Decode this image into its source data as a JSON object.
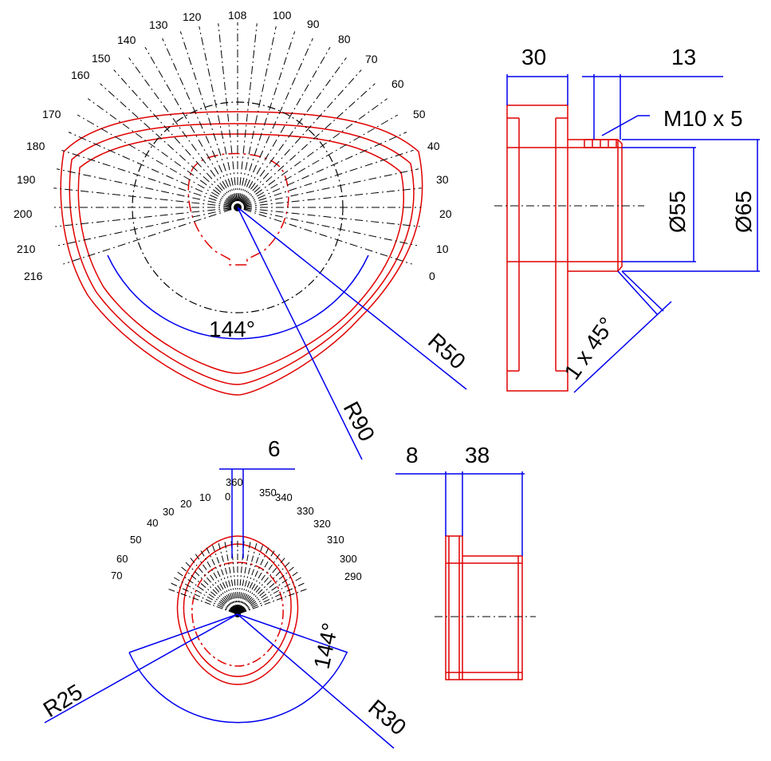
{
  "colors": {
    "outline": "#e00000",
    "dimension": "#0000ee",
    "centerline": "#000000"
  },
  "large_cam": {
    "degree_labels": [
      "108",
      "100",
      "90",
      "80",
      "70",
      "60",
      "50",
      "40",
      "30",
      "20",
      "10",
      "0",
      "120",
      "130",
      "140",
      "150",
      "160",
      "170",
      "180",
      "190",
      "200",
      "210",
      "216"
    ],
    "angle_label": "144°",
    "radius_labels": [
      "R50",
      "R90"
    ]
  },
  "side_view_top": {
    "dims": {
      "width": "30",
      "offset": "13",
      "thread": "M10 x 5",
      "dia_inner": "Ø55",
      "dia_outer": "Ø65",
      "chamfer": "1 x 45°"
    }
  },
  "small_cam": {
    "gap_label": "6",
    "degree_labels": [
      "360",
      "0",
      "10",
      "20",
      "30",
      "40",
      "50",
      "60",
      "70",
      "350",
      "340",
      "330",
      "320",
      "310",
      "300",
      "290"
    ],
    "angle_label": "144°",
    "radius_labels": [
      "R25",
      "R30"
    ]
  },
  "side_view_bottom": {
    "dims": {
      "left": "8",
      "right": "38"
    }
  }
}
